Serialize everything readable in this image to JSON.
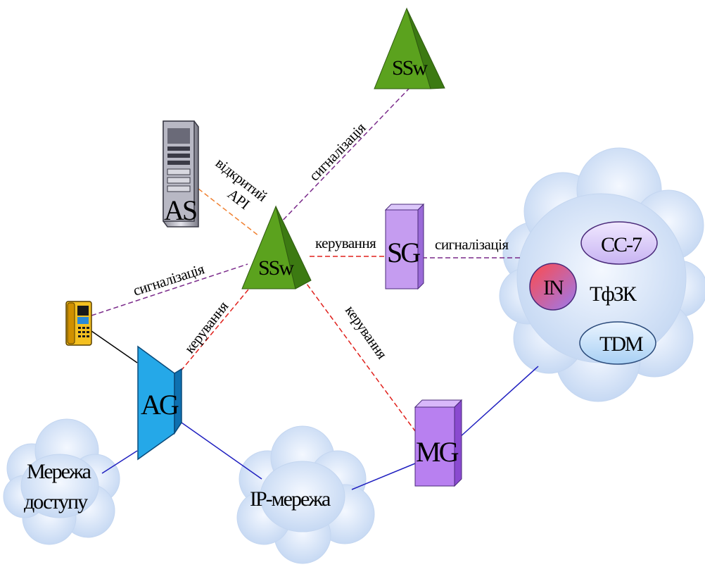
{
  "nodes": {
    "ssw_top": "SSw",
    "ssw_center": "SSw",
    "as": "AS",
    "sg": "SG",
    "ag": "AG",
    "mg": "MG"
  },
  "clouds": {
    "access_network_line1": "Мережа",
    "access_network_line2": "доступу",
    "ip_network": "IP-мережа",
    "pstn": "ТфЗК",
    "cc7": "CC-7",
    "in": "IN",
    "tdm": "TDM"
  },
  "links": {
    "ssw_ssw": "сигналізація",
    "as_ssw_line1": "відкритий",
    "as_ssw_line2": "API",
    "ssw_sg": "керування",
    "sg_pstn": "сигналізація",
    "phone_ssw": "сигналізація",
    "ag_ssw": "керування",
    "ssw_mg": "керування"
  },
  "colors": {
    "signaling": "#7a2a8a",
    "control": "#e0201b",
    "api": "#f08030",
    "transport": "#2020c0",
    "ssw_green": "#5ba21e",
    "gateway_purple": "#c59cf0",
    "ag_blue": "#25a8e8",
    "cloud": "#cfe0f7"
  }
}
